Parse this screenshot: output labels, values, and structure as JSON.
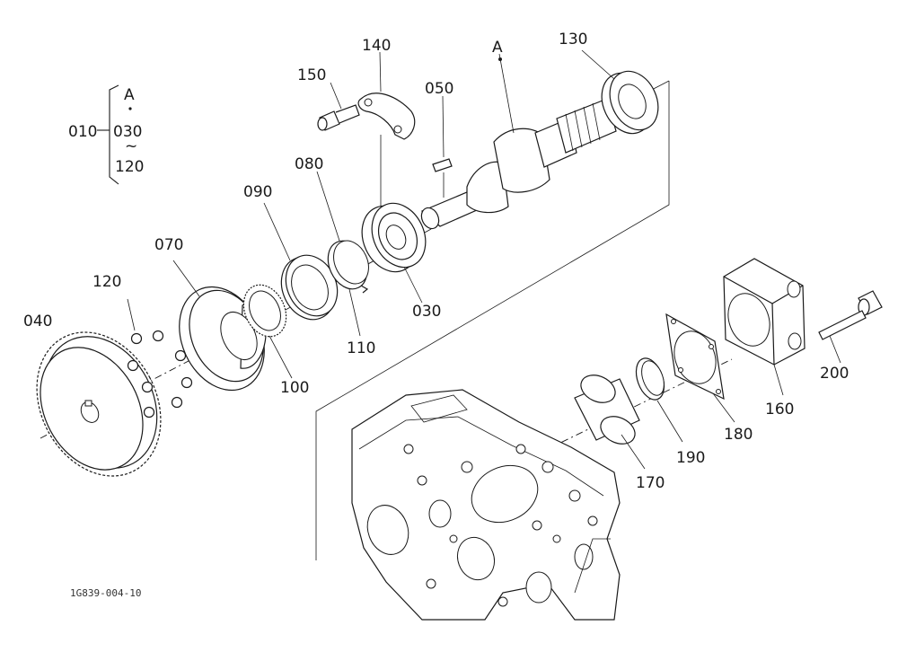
{
  "labels": {
    "group_main": "010",
    "group_a": "A",
    "group_start": "030",
    "group_tilde": "~",
    "group_end": "120",
    "ref_a": "A",
    "p030": "030",
    "p040": "040",
    "p050": "050",
    "p070": "070",
    "p080": "080",
    "p090": "090",
    "p100": "100",
    "p110": "110",
    "p120": "120",
    "p130": "130",
    "p140": "140",
    "p150": "150",
    "p160": "160",
    "p170": "170",
    "p180": "180",
    "p190": "190",
    "p200": "200"
  },
  "figure_code": "1G839-004-10"
}
